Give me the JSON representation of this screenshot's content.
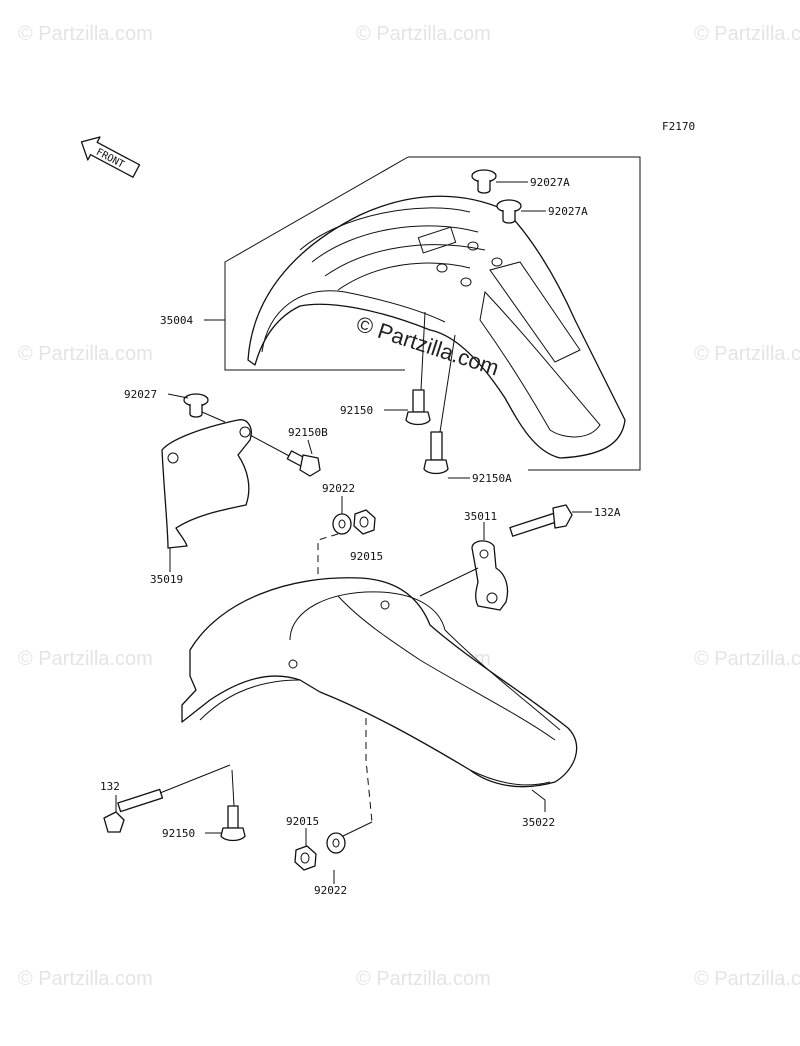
{
  "diagram_code": "F2170",
  "front_arrow_text": "FRONT",
  "watermark_text": "© Partzilla.com",
  "center_watermark_text": "© Partzilla.com",
  "labels": {
    "p92027A_1": "92027A",
    "p92027A_2": "92027A",
    "p35004": "35004",
    "p92027": "92027",
    "p92150B": "92150B",
    "p92150_top": "92150",
    "p92150A": "92150A",
    "p92022_top": "92022",
    "p92015_top": "92015",
    "p35019": "35019",
    "p35011": "35011",
    "p132A": "132A",
    "p132": "132",
    "p92150_bottom": "92150",
    "p92015_bottom": "92015",
    "p35022": "35022",
    "p92022_bottom": "92022"
  }
}
